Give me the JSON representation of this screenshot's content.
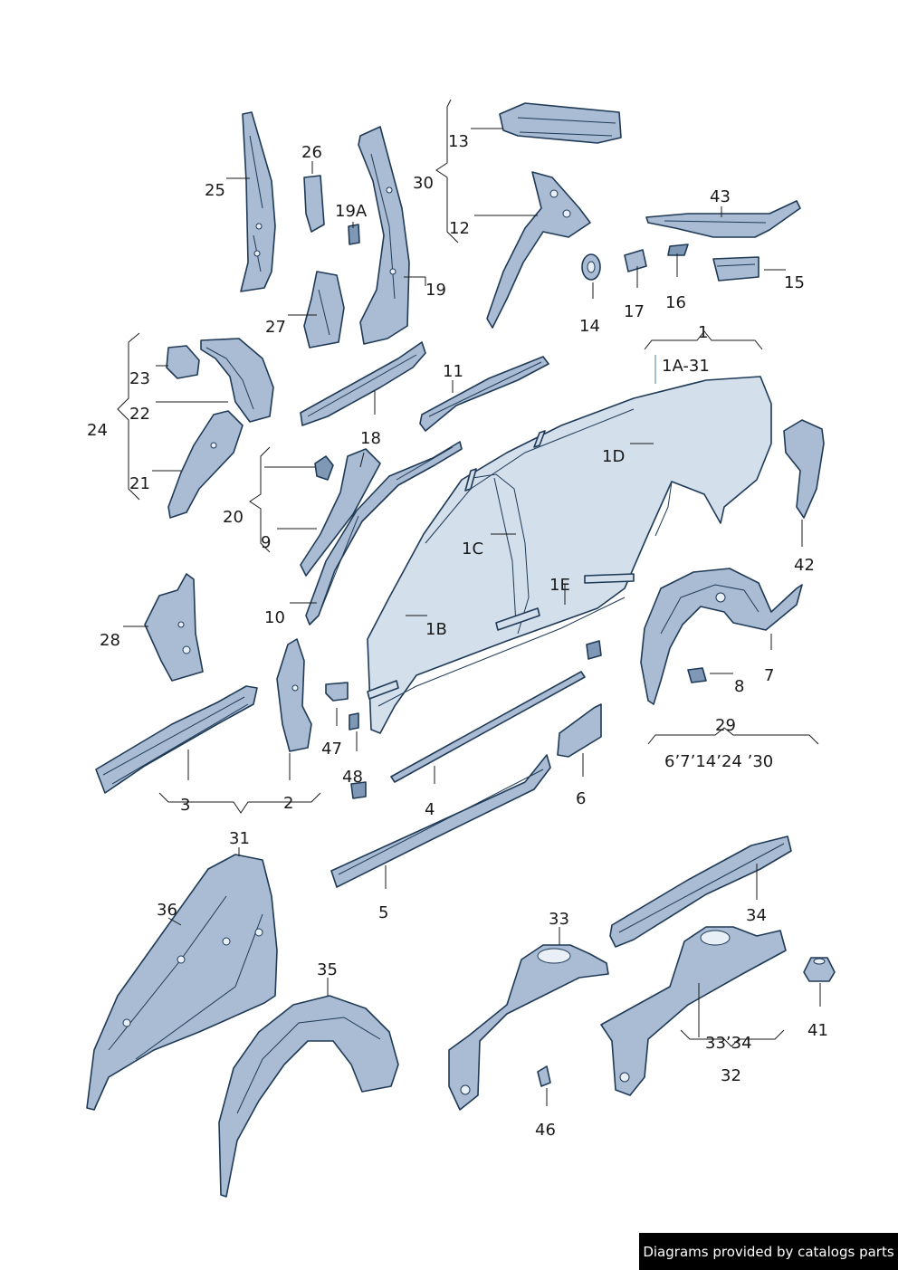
{
  "labels": {
    "l1": "1",
    "l1a31": "1A-31",
    "l1b": "1B",
    "l1c": "1C",
    "l1d": "1D",
    "l1e": "1E",
    "l2": "2",
    "l3": "3",
    "l4": "4",
    "l5": "5",
    "l6": "6",
    "l7": "7",
    "l8": "8",
    "l9": "9",
    "l10": "10",
    "l11": "11",
    "l12": "12",
    "l13": "13",
    "l14": "14",
    "l15": "15",
    "l16": "16",
    "l17": "17",
    "l18": "18",
    "l19": "19",
    "l19a": "19A",
    "l20": "20",
    "l21": "21",
    "l22": "22",
    "l23": "23",
    "l24": "24",
    "l25": "25",
    "l26": "26",
    "l27": "27",
    "l28": "28",
    "l29": "29",
    "l29sub": "6ʼ7ʼ14ʼ24 ʼ30",
    "l30": "30",
    "l31": "31",
    "l32": "32",
    "l32sub": "33ʼ34",
    "l33": "33",
    "l34": "34",
    "l35": "35",
    "l36": "36",
    "l41": "41",
    "l42": "42",
    "l43": "43",
    "l46": "46",
    "l47": "47",
    "l48": "48"
  },
  "footer": "Diagrams provided by catalogs parts",
  "colors": {
    "part": "#a9bcd3",
    "outline": "#1f3a57",
    "footer_bg": "#000000"
  }
}
